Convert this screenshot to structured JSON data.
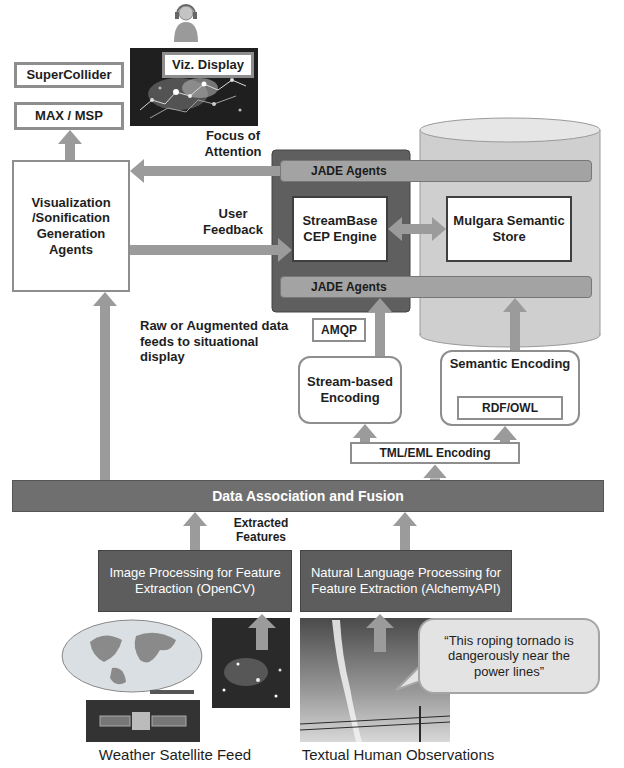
{
  "diagram": {
    "nodes": [
      {
        "text": [
          "SuperCollider"
        ]
      },
      {
        "text": [
          "Viz. Display"
        ]
      },
      {
        "text": [
          "MAX / MSP"
        ]
      },
      {
        "text": [
          "Visualization /Sonification Generation Agents"
        ]
      },
      {
        "text": [
          "JADE Agents"
        ]
      },
      {
        "text": [
          "StreamBase CEP Engine"
        ]
      },
      {
        "text": [
          "Mulgara Semantic Store"
        ]
      },
      {
        "text": [
          "JADE Agents"
        ]
      },
      {
        "text": [
          "AMQP"
        ]
      },
      {
        "text": [
          "Stream-based Encoding"
        ]
      },
      {
        "text": [
          "Semantic Encoding"
        ]
      },
      {
        "text": [
          "RDF/OWL"
        ],
        "in": 10
      },
      {
        "text": [
          "TML/EML Encoding"
        ]
      },
      {
        "text": [
          "Data Association and Fusion"
        ]
      },
      {
        "text": [
          "Image Processing for Feature Extraction (OpenCV)"
        ]
      },
      {
        "text": [
          "Natural Language Processing for Feature Extraction (AlchemyAPI)"
        ]
      },
      {
        "text": [
          "“This roping tornado is dangerously near the power lines”"
        ]
      }
    ],
    "edges": [
      {
        "from": 3,
        "to": 2,
        "arrow": "to"
      },
      {
        "from": 4,
        "to": 3,
        "arrow": "to",
        "label": "Focus of Attention"
      },
      {
        "from": 3,
        "to": 5,
        "arrow": "to",
        "label": "User Feedback"
      },
      {
        "from": 5,
        "to": 6,
        "arrow": "both"
      },
      {
        "from": 13,
        "to": 3,
        "arrow": "to",
        "label": "Raw or Augmented data feeds to situational display"
      },
      {
        "from": 9,
        "to": 7,
        "arrow": "to"
      },
      {
        "from": 10,
        "to": 7,
        "arrow": "to"
      },
      {
        "from": 13,
        "to": 12,
        "arrow": "to"
      },
      {
        "from": 12,
        "to": 9,
        "arrow": "to"
      },
      {
        "from": 12,
        "to": 10,
        "arrow": "to"
      },
      {
        "from": 14,
        "to": 13,
        "arrow": "to"
      },
      {
        "from": 15,
        "to": 13,
        "arrow": "to"
      }
    ],
    "labels": [
      "Extracted Features",
      "Weather Satellite Feed",
      "Textual Human Observations"
    ]
  }
}
